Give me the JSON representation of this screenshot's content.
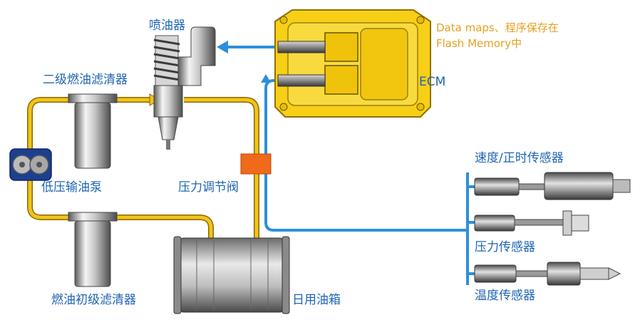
{
  "labels": {
    "injector": "喷油器",
    "secondary_filter": "二级燃油滤清器",
    "low_pressure_pump": "低压输油泵",
    "pressure_regulator": "压力调节阀",
    "primary_filter": "燃油初级滤清器",
    "day_tank": "日用油箱",
    "ecm": "ECM",
    "ecm_note_line1": "Data maps、程序保存在",
    "ecm_note_line2": "Flash Memory中",
    "speed_sensor": "速度/正时传感器",
    "pressure_sensor": "压力传感器",
    "temperature_sensor": "温度传感器"
  },
  "colors": {
    "fuel_line": "#f2c319",
    "signal_line": "#2c8fdc",
    "label_text": "#1f64b4",
    "ecm_note": "#e6a020",
    "regulator": "#ef6a1a",
    "ecm_body": "#f7cf16"
  }
}
